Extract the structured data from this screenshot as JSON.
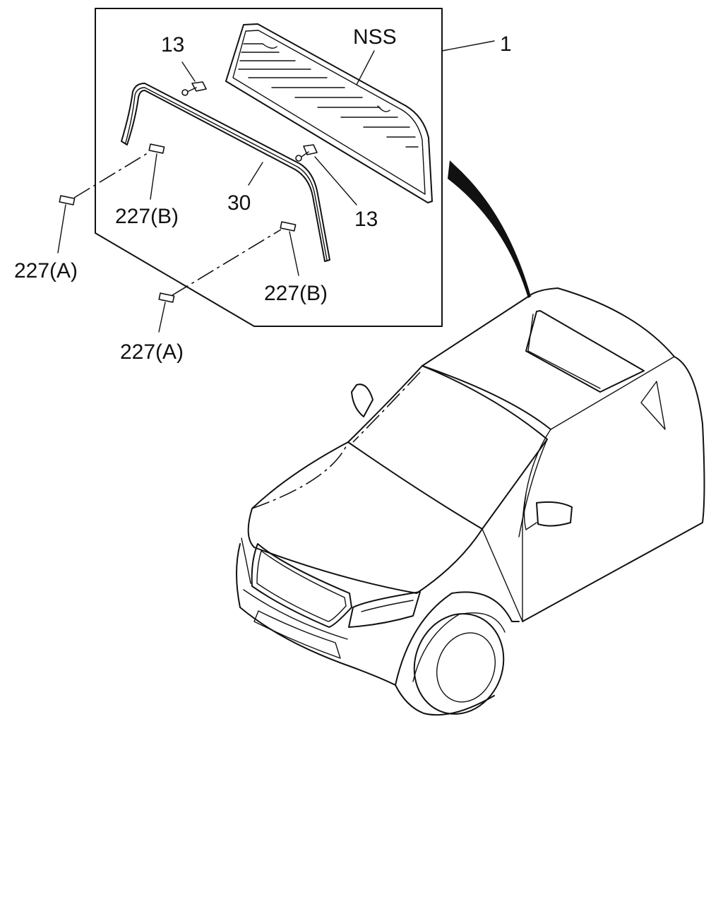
{
  "callouts": {
    "assembly": "1",
    "glass_note": "NSS",
    "clip_top": "13",
    "clip_right": "13",
    "weatherstrip": "30",
    "spacer_b_left": "227(B)",
    "spacer_a_left": "227(A)",
    "spacer_b_right": "227(B)",
    "spacer_a_right": "227(A)"
  }
}
